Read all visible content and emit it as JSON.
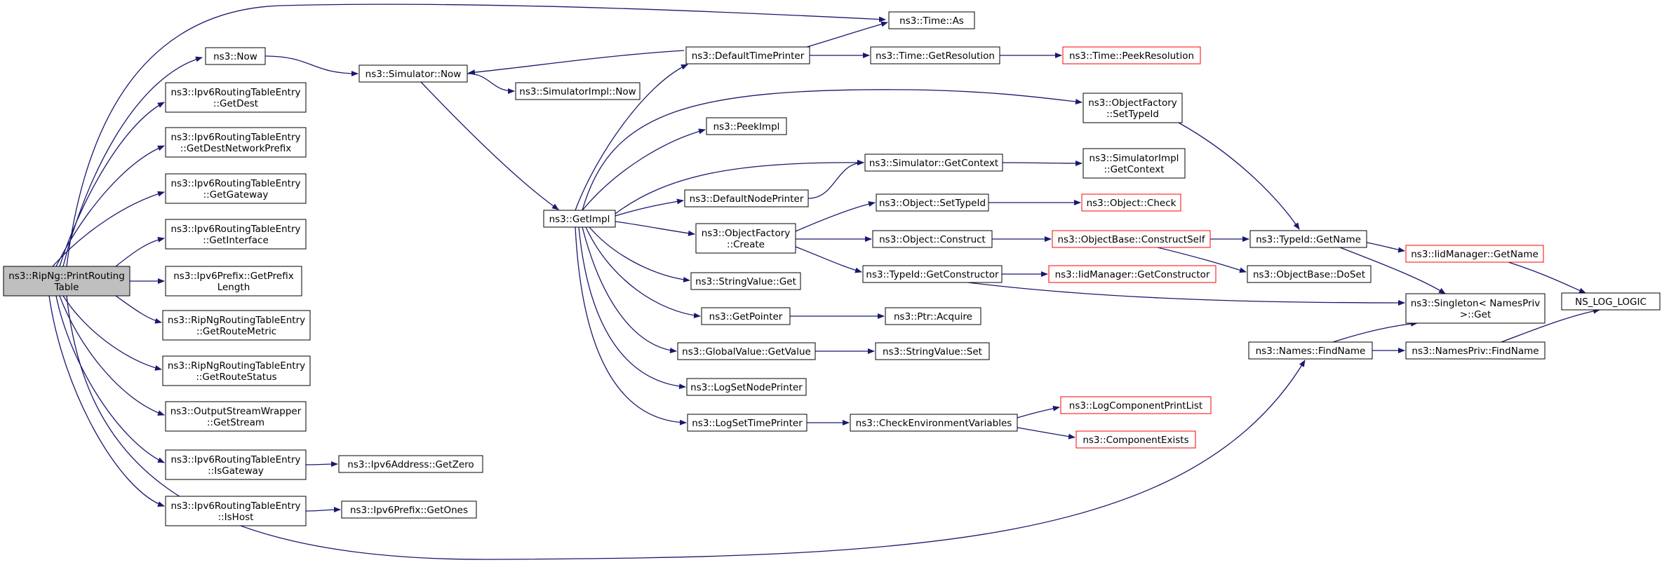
{
  "colors": {
    "edge": "#191970",
    "node_border": "#000000",
    "node_fill": "#ffffff",
    "root_fill": "#bfbfbf",
    "truncated_border": "#ff0000"
  },
  "nodes": {
    "root": {
      "lines": [
        "ns3::RipNg::PrintRouting",
        "Table"
      ],
      "style": "root"
    },
    "now": {
      "lines": [
        "ns3::Now"
      ],
      "style": "normal"
    },
    "getdest": {
      "lines": [
        "ns3::Ipv6RoutingTableEntry",
        "::GetDest"
      ],
      "style": "normal"
    },
    "getdestnet": {
      "lines": [
        "ns3::Ipv6RoutingTableEntry",
        "::GetDestNetworkPrefix"
      ],
      "style": "normal"
    },
    "getgateway": {
      "lines": [
        "ns3::Ipv6RoutingTableEntry",
        "::GetGateway"
      ],
      "style": "normal"
    },
    "getinterface": {
      "lines": [
        "ns3::Ipv6RoutingTableEntry",
        "::GetInterface"
      ],
      "style": "normal"
    },
    "getprefixlen": {
      "lines": [
        "ns3::Ipv6Prefix::GetPrefix",
        "Length"
      ],
      "style": "normal"
    },
    "getroutemetric": {
      "lines": [
        "ns3::RipNgRoutingTableEntry",
        "::GetRouteMetric"
      ],
      "style": "normal"
    },
    "getroutestatus": {
      "lines": [
        "ns3::RipNgRoutingTableEntry",
        "::GetRouteStatus"
      ],
      "style": "normal"
    },
    "getstream": {
      "lines": [
        "ns3::OutputStreamWrapper",
        "::GetStream"
      ],
      "style": "normal"
    },
    "isgateway": {
      "lines": [
        "ns3::Ipv6RoutingTableEntry",
        "::IsGateway"
      ],
      "style": "normal"
    },
    "ishost": {
      "lines": [
        "ns3::Ipv6RoutingTableEntry",
        "::IsHost"
      ],
      "style": "normal"
    },
    "getzero": {
      "lines": [
        "ns3::Ipv6Address::GetZero"
      ],
      "style": "normal"
    },
    "getones": {
      "lines": [
        "ns3::Ipv6Prefix::GetOnes"
      ],
      "style": "normal"
    },
    "simnow": {
      "lines": [
        "ns3::Simulator::Now"
      ],
      "style": "normal"
    },
    "simimplnow": {
      "lines": [
        "ns3::SimulatorImpl::Now"
      ],
      "style": "normal"
    },
    "getimpl": {
      "lines": [
        "ns3::GetImpl"
      ],
      "style": "normal"
    },
    "deftimeprinter": {
      "lines": [
        "ns3::DefaultTimePrinter"
      ],
      "style": "normal"
    },
    "timeas": {
      "lines": [
        "ns3::Time::As"
      ],
      "style": "normal"
    },
    "timegetres": {
      "lines": [
        "ns3::Time::GetResolution"
      ],
      "style": "normal"
    },
    "timepeekres": {
      "lines": [
        "ns3::Time::PeekResolution"
      ],
      "style": "truncated"
    },
    "peekimpl": {
      "lines": [
        "ns3::PeekImpl"
      ],
      "style": "normal"
    },
    "simgetcontext": {
      "lines": [
        "ns3::Simulator::GetContext"
      ],
      "style": "normal"
    },
    "simimplgetcontext": {
      "lines": [
        "ns3::SimulatorImpl",
        "::GetContext"
      ],
      "style": "normal"
    },
    "defnodeprinter": {
      "lines": [
        "ns3::DefaultNodePrinter"
      ],
      "style": "normal"
    },
    "ofsettypeid": {
      "lines": [
        "ns3::ObjectFactory",
        "::SetTypeId"
      ],
      "style": "normal"
    },
    "ofcreate": {
      "lines": [
        "ns3::ObjectFactory",
        "::Create"
      ],
      "style": "normal"
    },
    "objsettypeid": {
      "lines": [
        "ns3::Object::SetTypeId"
      ],
      "style": "normal"
    },
    "objcheck": {
      "lines": [
        "ns3::Object::Check"
      ],
      "style": "truncated"
    },
    "objconstruct": {
      "lines": [
        "ns3::Object::Construct"
      ],
      "style": "normal"
    },
    "objbaseconstructself": {
      "lines": [
        "ns3::ObjectBase::ConstructSelf"
      ],
      "style": "truncated"
    },
    "typeidgetname": {
      "lines": [
        "ns3::TypeId::GetName"
      ],
      "style": "normal"
    },
    "iidgetname": {
      "lines": [
        "ns3::IidManager::GetName"
      ],
      "style": "truncated"
    },
    "nslog": {
      "lines": [
        "NS_LOG_LOGIC"
      ],
      "style": "normal"
    },
    "objbasedoset": {
      "lines": [
        "ns3::ObjectBase::DoSet"
      ],
      "style": "normal"
    },
    "typeidgetctor": {
      "lines": [
        "ns3::TypeId::GetConstructor"
      ],
      "style": "normal"
    },
    "iidgetctor": {
      "lines": [
        "ns3::IidManager::GetConstructor"
      ],
      "style": "truncated"
    },
    "singletonget": {
      "lines": [
        "ns3::Singleton< NamesPriv",
        " >::Get"
      ],
      "style": "normal"
    },
    "stringvalueget": {
      "lines": [
        "ns3::StringValue::Get"
      ],
      "style": "normal"
    },
    "getpointer": {
      "lines": [
        "ns3::GetPointer"
      ],
      "style": "normal"
    },
    "ptracquire": {
      "lines": [
        "ns3::Ptr::Acquire"
      ],
      "style": "normal"
    },
    "globalvaluegetvalue": {
      "lines": [
        "ns3::GlobalValue::GetValue"
      ],
      "style": "normal"
    },
    "stringvalueset": {
      "lines": [
        "ns3::StringValue::Set"
      ],
      "style": "normal"
    },
    "logsetnodeprinter": {
      "lines": [
        "ns3::LogSetNodePrinter"
      ],
      "style": "normal"
    },
    "logsettimeprinter": {
      "lines": [
        "ns3::LogSetTimePrinter"
      ],
      "style": "normal"
    },
    "checkenvvars": {
      "lines": [
        "ns3::CheckEnvironmentVariables"
      ],
      "style": "normal"
    },
    "logcompprintlist": {
      "lines": [
        "ns3::LogComponentPrintList"
      ],
      "style": "truncated"
    },
    "compexists": {
      "lines": [
        "ns3::ComponentExists"
      ],
      "style": "truncated"
    },
    "namesfindname": {
      "lines": [
        "ns3::Names::FindName"
      ],
      "style": "normal"
    },
    "namesprivfindname": {
      "lines": [
        "ns3::NamesPriv::FindName"
      ],
      "style": "normal"
    }
  },
  "edges": [
    [
      "root",
      "timeas"
    ],
    [
      "root",
      "now"
    ],
    [
      "root",
      "getdest"
    ],
    [
      "root",
      "getdestnet"
    ],
    [
      "root",
      "getgateway"
    ],
    [
      "root",
      "getinterface"
    ],
    [
      "root",
      "getprefixlen"
    ],
    [
      "root",
      "getroutemetric"
    ],
    [
      "root",
      "getroutestatus"
    ],
    [
      "root",
      "getstream"
    ],
    [
      "root",
      "isgateway"
    ],
    [
      "root",
      "ishost"
    ],
    [
      "root",
      "namesfindname"
    ],
    [
      "now",
      "simnow"
    ],
    [
      "isgateway",
      "getzero"
    ],
    [
      "ishost",
      "getones"
    ],
    [
      "simnow",
      "simimplnow"
    ],
    [
      "simnow",
      "getimpl"
    ],
    [
      "deftimeprinter",
      "simnow"
    ],
    [
      "deftimeprinter",
      "timeas"
    ],
    [
      "deftimeprinter",
      "timegetres"
    ],
    [
      "timegetres",
      "timepeekres"
    ],
    [
      "getimpl",
      "deftimeprinter"
    ],
    [
      "getimpl",
      "ofsettypeid"
    ],
    [
      "getimpl",
      "peekimpl"
    ],
    [
      "getimpl",
      "simgetcontext"
    ],
    [
      "getimpl",
      "defnodeprinter"
    ],
    [
      "getimpl",
      "ofcreate"
    ],
    [
      "getimpl",
      "stringvalueget"
    ],
    [
      "getimpl",
      "getpointer"
    ],
    [
      "getimpl",
      "globalvaluegetvalue"
    ],
    [
      "getimpl",
      "logsetnodeprinter"
    ],
    [
      "getimpl",
      "logsettimeprinter"
    ],
    [
      "defnodeprinter",
      "simgetcontext"
    ],
    [
      "simgetcontext",
      "simimplgetcontext"
    ],
    [
      "ofsettypeid",
      "typeidgetname"
    ],
    [
      "ofcreate",
      "objsettypeid"
    ],
    [
      "ofcreate",
      "objconstruct"
    ],
    [
      "ofcreate",
      "typeidgetctor"
    ],
    [
      "objsettypeid",
      "objcheck"
    ],
    [
      "objconstruct",
      "objbaseconstructself"
    ],
    [
      "objbaseconstructself",
      "typeidgetname"
    ],
    [
      "objbaseconstructself",
      "objbasedoset"
    ],
    [
      "typeidgetname",
      "iidgetname"
    ],
    [
      "typeidgetname",
      "singletonget"
    ],
    [
      "iidgetname",
      "nslog"
    ],
    [
      "typeidgetctor",
      "iidgetctor"
    ],
    [
      "typeidgetctor",
      "singletonget"
    ],
    [
      "getpointer",
      "ptracquire"
    ],
    [
      "globalvaluegetvalue",
      "stringvalueset"
    ],
    [
      "logsettimeprinter",
      "checkenvvars"
    ],
    [
      "checkenvvars",
      "logcompprintlist"
    ],
    [
      "checkenvvars",
      "compexists"
    ],
    [
      "namesfindname",
      "singletonget"
    ],
    [
      "namesfindname",
      "namesprivfindname"
    ],
    [
      "namesprivfindname",
      "nslog"
    ]
  ]
}
